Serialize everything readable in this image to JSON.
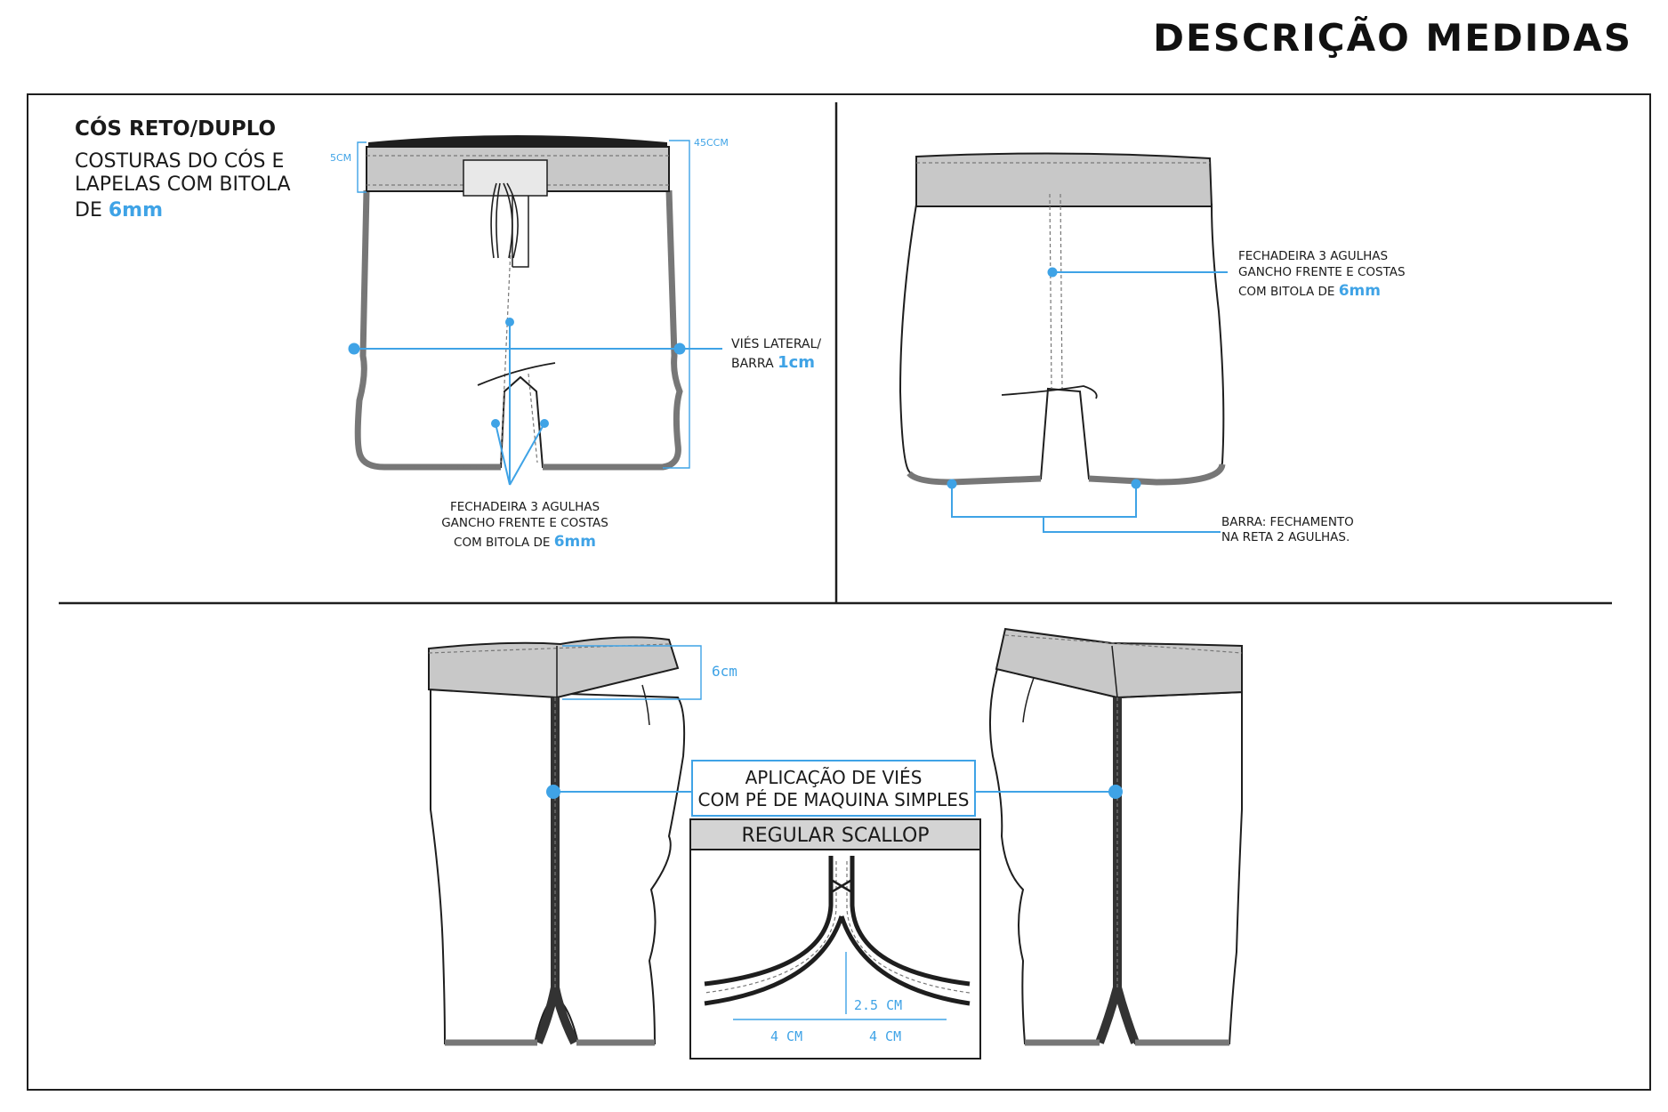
{
  "page": {
    "title": "DESCRIÇÃO MEDIDAS"
  },
  "colors": {
    "accent": "#3fa3e6",
    "waistband": "#c8c8c8",
    "outline": "#1e1e1e",
    "trim": "#777777"
  },
  "front": {
    "heading": "CÓS RETO/DUPLO",
    "desc_line1": "COSTURAS DO CÓS E",
    "desc_line2": "LAPELAS  COM BITOLA",
    "desc_prefix": "DE ",
    "desc_value": "6mm",
    "waist_height": "5CM",
    "length": "45CCM",
    "side_trim_line1": "VIÉS LATERAL/",
    "side_trim_prefix": "BARRA ",
    "side_trim_value": "1cm",
    "rise_line1": "FECHADEIRA 3 AGULHAS",
    "rise_line2": "GANCHO FRENTE E COSTAS",
    "rise_prefix": "COM BITOLA DE ",
    "rise_value": "6mm"
  },
  "back": {
    "rise_line1": "FECHADEIRA 3 AGULHAS",
    "rise_line2": "GANCHO FRENTE E COSTAS",
    "rise_prefix": "COM BITOLA DE ",
    "rise_value": "6mm",
    "hem_line1": "BARRA: FECHAMENTO",
    "hem_line2": "NA RETA 2 AGULHAS."
  },
  "side": {
    "waist_height": "6cm",
    "trim_line1": "APLICAÇÃO DE VIÉS",
    "trim_line2": "COM PÉ DE MAQUINA SIMPLES"
  },
  "scallop": {
    "title": "REGULAR SCALLOP",
    "height": "2.5 CM",
    "left_width": "4 CM",
    "right_width": "4 CM"
  }
}
